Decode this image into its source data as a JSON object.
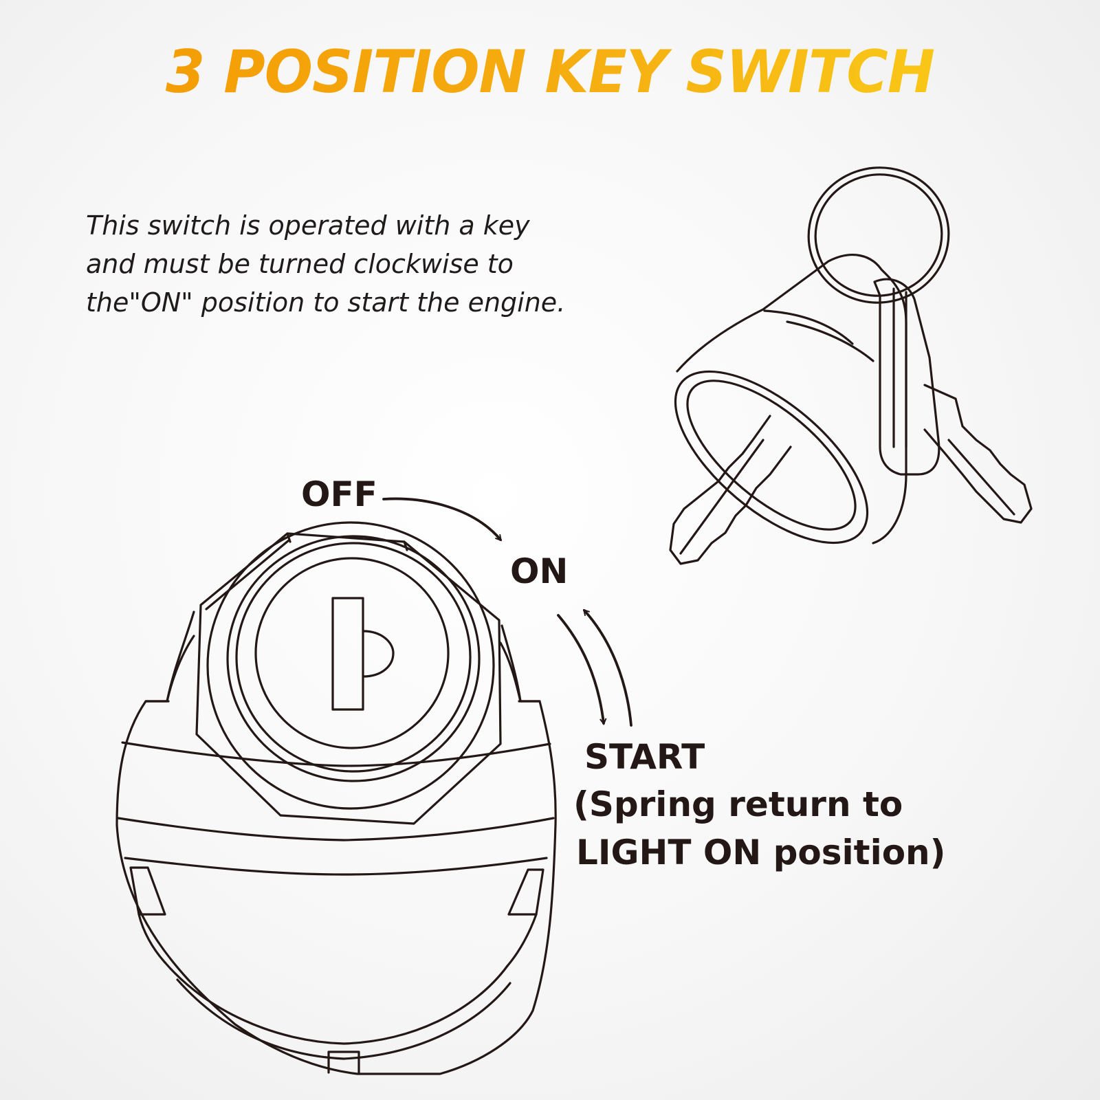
{
  "title": "3 POSITION KEY SWITCH",
  "description": {
    "line1": "This switch is operated with a key",
    "line2": "and must be turned clockwise to",
    "line3": "the\"ON\" position to start the engine."
  },
  "positions": {
    "off": "OFF",
    "on": "ON",
    "start": "START",
    "note_line1": "(Spring return to",
    "note_line2": "LIGHT ON position)"
  },
  "colors": {
    "title_gradient_start": "#f39800",
    "title_gradient_end": "#fbd11a",
    "line_art": "#231815",
    "background": "#f5f5f5"
  }
}
